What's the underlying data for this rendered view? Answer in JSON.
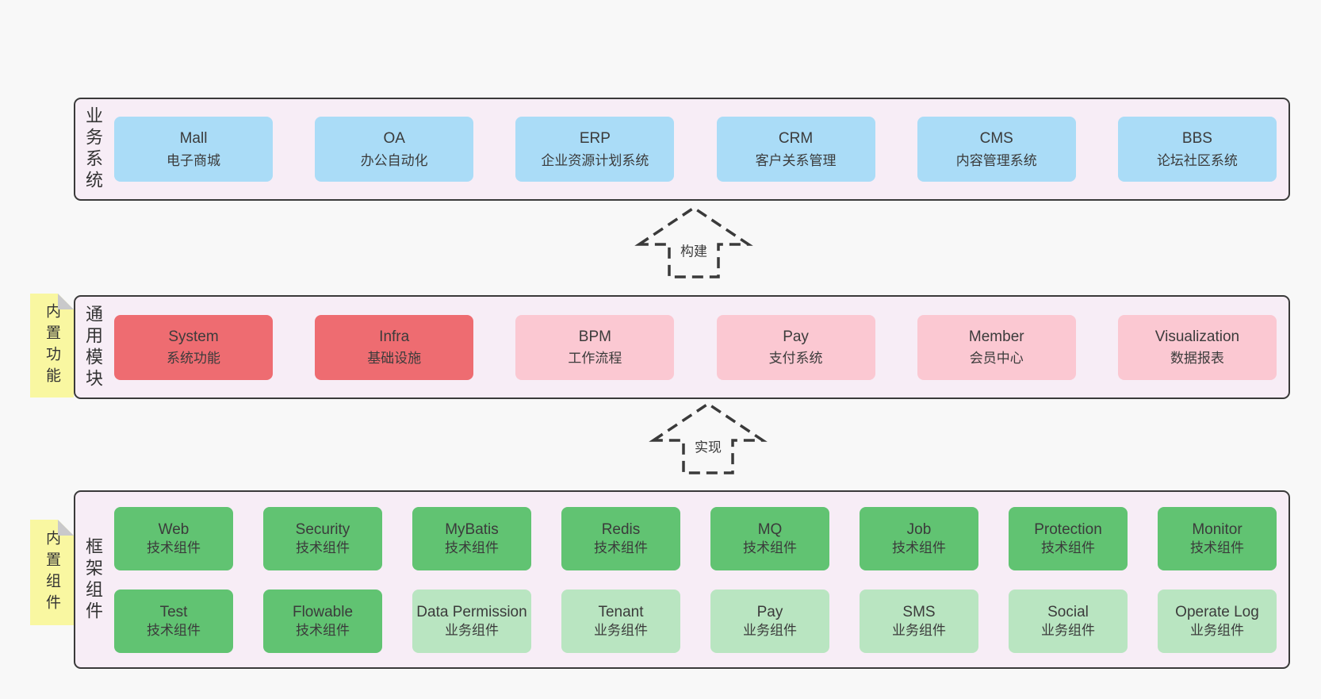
{
  "colors": {
    "page_background": "#f8f8f8",
    "band_background": "#f7edf6",
    "band_border": "#3a3a3a",
    "blue_box": "#aadcf7",
    "red_box": "#ee6c71",
    "pink_box": "#fbc8d2",
    "green_box": "#61c372",
    "light_green_box": "#b9e5c1",
    "yellow_tab": "#f9f7a1",
    "fold_gray": "#c9c9cb",
    "text": "#3b3b3b"
  },
  "band1": {
    "label": "业务系统",
    "boxes": [
      {
        "en": "Mall",
        "zh": "电子商城"
      },
      {
        "en": "OA",
        "zh": "办公自动化"
      },
      {
        "en": "ERP",
        "zh": "企业资源计划系统"
      },
      {
        "en": "CRM",
        "zh": "客户关系管理"
      },
      {
        "en": "CMS",
        "zh": "内容管理系统"
      },
      {
        "en": "BBS",
        "zh": "论坛社区系统"
      }
    ]
  },
  "arrows": {
    "build": {
      "label": "构建"
    },
    "implement": {
      "label": "实现"
    }
  },
  "band2": {
    "label": "通用模块",
    "tab": "内置功能",
    "boxes": [
      {
        "en": "System",
        "zh": "系统功能"
      },
      {
        "en": "Infra",
        "zh": "基础设施"
      },
      {
        "en": "BPM",
        "zh": "工作流程"
      },
      {
        "en": "Pay",
        "zh": "支付系统"
      },
      {
        "en": "Member",
        "zh": "会员中心"
      },
      {
        "en": "Visualization",
        "zh": "数据报表"
      }
    ]
  },
  "band3": {
    "label": "框架组件",
    "tab": "内置组件",
    "row1": [
      {
        "en": "Web",
        "zh": "技术组件"
      },
      {
        "en": "Security",
        "zh": "技术组件"
      },
      {
        "en": "MyBatis",
        "zh": "技术组件"
      },
      {
        "en": "Redis",
        "zh": "技术组件"
      },
      {
        "en": "MQ",
        "zh": "技术组件"
      },
      {
        "en": "Job",
        "zh": "技术组件"
      },
      {
        "en": "Protection",
        "zh": "技术组件"
      },
      {
        "en": "Monitor",
        "zh": "技术组件"
      }
    ],
    "row2": [
      {
        "en": "Test",
        "zh": "技术组件"
      },
      {
        "en": "Flowable",
        "zh": "技术组件"
      },
      {
        "en": "Data Permission",
        "zh": "业务组件"
      },
      {
        "en": "Tenant",
        "zh": "业务组件"
      },
      {
        "en": "Pay",
        "zh": "业务组件"
      },
      {
        "en": "SMS",
        "zh": "业务组件"
      },
      {
        "en": "Social",
        "zh": "业务组件"
      },
      {
        "en": "Operate Log",
        "zh": "业务组件"
      }
    ]
  }
}
